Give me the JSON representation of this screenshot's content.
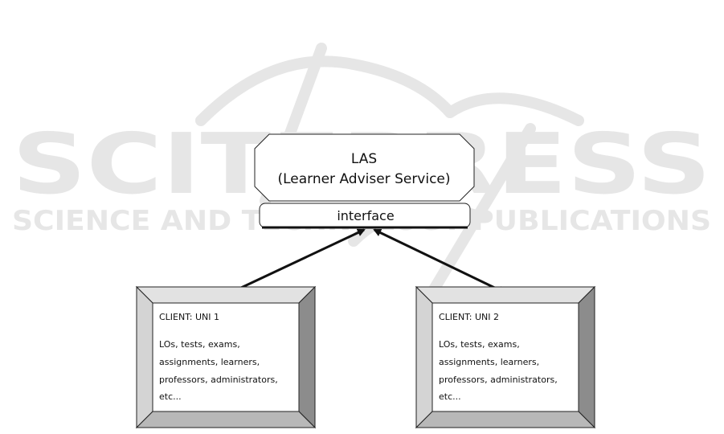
{
  "watermark": {
    "title": "SCITEPRESS",
    "subtitle": "SCIENCE AND TECHNOLOGY PUBLICATIONS",
    "color": "#e6e6e6"
  },
  "las": {
    "title": "LAS",
    "subtitle": "(Learner Adviser Service)"
  },
  "interface": {
    "label": "interface"
  },
  "clients": [
    {
      "title": "CLIENT: UNI 1",
      "lines": [
        "LOs, tests, exams,",
        "assignments, learners,",
        "professors, administrators,",
        "etc..."
      ]
    },
    {
      "title": "CLIENT: UNI 2",
      "lines": [
        "LOs, tests, exams,",
        "assignments, learners,",
        "professors, administrators,",
        "etc..."
      ]
    }
  ],
  "colors": {
    "stroke": "#222222",
    "bevel_light": "#e2e2e2",
    "bevel_mid": "#b8b8b8",
    "bevel_dark": "#8c8c8c",
    "arrow": "#111111"
  }
}
